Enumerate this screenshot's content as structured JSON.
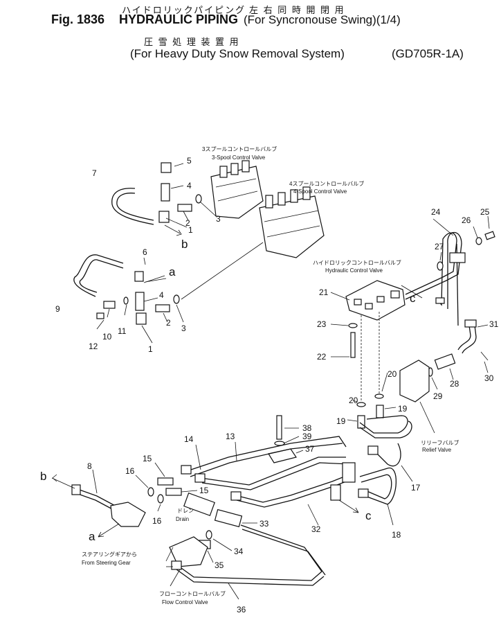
{
  "header": {
    "jp_line1": "ハイドロリックパイピング",
    "jp_line1b": "左 右 同 時 開 閉 用",
    "fig": "Fig. 1836",
    "title": "HYDRAULIC PIPING",
    "swing": "(For Syncronouse Swing)(1/4)",
    "jp_line2": "圧 雪 処 理 装 置 用",
    "system": "(For Heavy Duty Snow Removal System)",
    "model": "(GD705R-1A)"
  },
  "labels": {
    "spool3_jp": "3スプールコントロールバルブ",
    "spool3_en": "3-Spool Control Valve",
    "spool4_jp": "4スプールコントロールバルブ",
    "spool4_en": "4-Spool Control Valve",
    "hcv_jp": "ハイドロリックコントロールバルブ",
    "hcv_en": "Hydraulic Control Valve",
    "relief_jp": "リリーフバルブ",
    "relief_en": "Relief Valve",
    "drain_jp": "ドレン",
    "drain_en": "Drain",
    "steer_jp": "ステアリングギアから",
    "steer_en": "From Steering Gear",
    "flow_jp": "フローコントロールバルブ",
    "flow_en": "Flow Control Valve"
  },
  "letters": {
    "a": "a",
    "b": "b",
    "c": "c"
  },
  "callouts": {
    "n1": "1",
    "n2": "2",
    "n3": "3",
    "n4": "4",
    "n5": "5",
    "n6": "6",
    "n7": "7",
    "n8": "8",
    "n9": "9",
    "n10": "10",
    "n11": "11",
    "n12": "12",
    "n13": "13",
    "n14": "14",
    "n15": "15",
    "n16": "16",
    "n17": "17",
    "n18": "18",
    "n19": "19",
    "n20": "20",
    "n21": "21",
    "n22": "22",
    "n23": "23",
    "n24": "24",
    "n25": "25",
    "n26": "26",
    "n27": "27",
    "n28": "28",
    "n29": "29",
    "n30": "30",
    "n31": "31",
    "n32": "32",
    "n33": "33",
    "n34": "34",
    "n35": "35",
    "n36": "36",
    "n37": "37",
    "n38": "38",
    "n39": "39"
  }
}
